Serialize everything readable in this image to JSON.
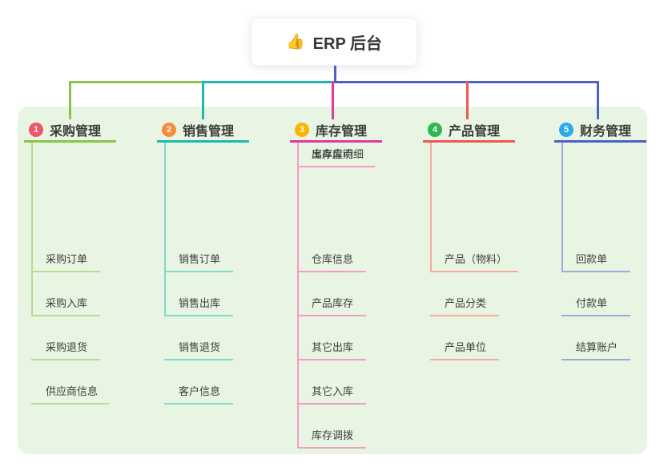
{
  "root": {
    "icon": "👍",
    "label": "ERP 后台"
  },
  "panel": {
    "background": "#e8f5e2"
  },
  "branches": [
    {
      "number": "1",
      "title": "采购管理",
      "colors": {
        "line": "#8bc34a",
        "light": "#b7dc8f",
        "badge": "#f1556c"
      },
      "children": [
        "采购订单",
        "采购入库",
        "采购退货",
        "供应商信息"
      ]
    },
    {
      "number": "2",
      "title": "销售管理",
      "colors": {
        "line": "#1cb9ae",
        "light": "#82d9d0",
        "badge": "#f98a3d"
      },
      "children": [
        "销售订单",
        "销售出库",
        "销售退货",
        "客户信息"
      ]
    },
    {
      "number": "3",
      "title": "库存管理",
      "colors": {
        "line": "#e13a9e",
        "light": "#f29bc9",
        "badge": "#fcb303"
      },
      "children": [
        "仓库信息",
        "产品库存",
        "其它出库",
        "其它入库",
        "库存调拨",
        "库存盘点",
        "出库库明细"
      ]
    },
    {
      "number": "4",
      "title": "产品管理",
      "colors": {
        "line": "#f05752",
        "light": "#f8a9a2",
        "badge": "#2eb750"
      },
      "children": [
        "产品（物料）",
        "产品分类",
        "产品单位"
      ]
    },
    {
      "number": "5",
      "title": "财务管理",
      "colors": {
        "line": "#4c60c6",
        "light": "#9aa9de",
        "badge": "#29a9ee"
      },
      "children": [
        "回款单",
        "付款单",
        "结算账户"
      ]
    }
  ]
}
